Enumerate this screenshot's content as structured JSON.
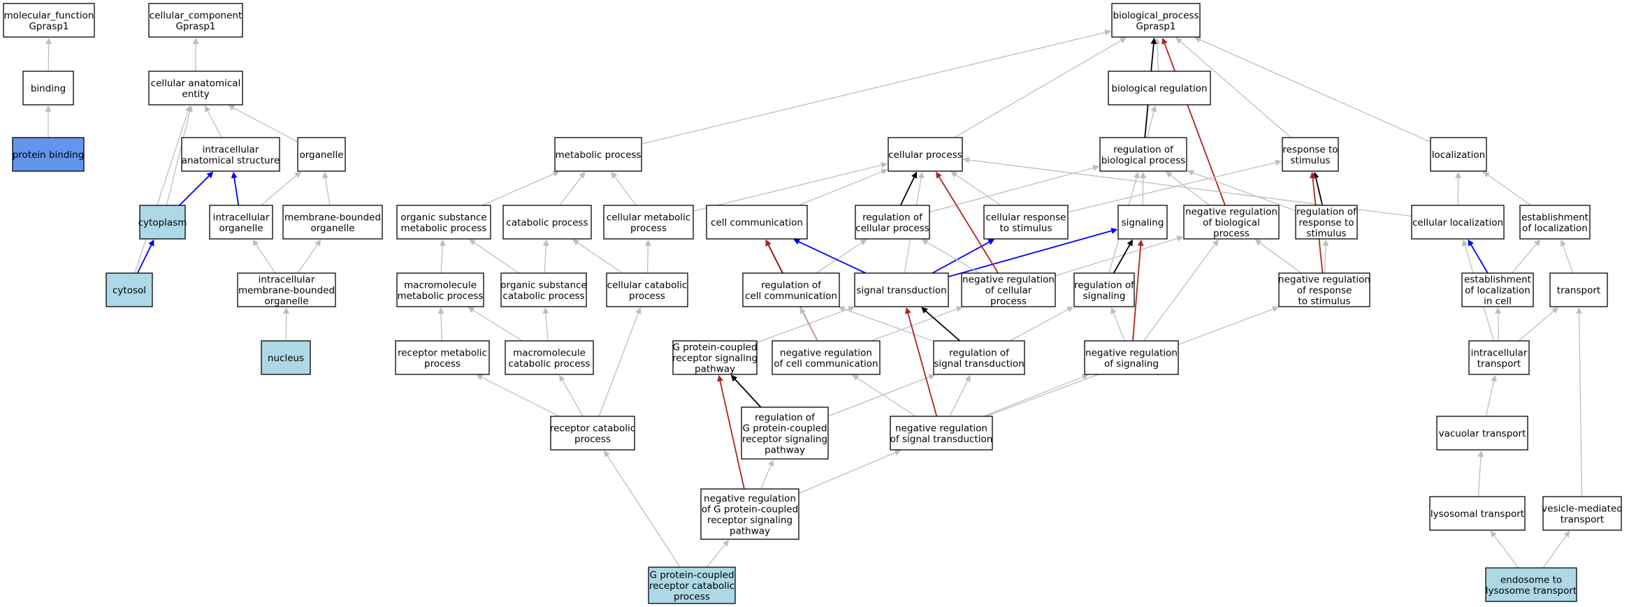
{
  "colors": {
    "background": "#ffffff",
    "node_default": "#ffffff",
    "node_query": "#6495ed",
    "node_annotated": "#add8e6",
    "edge_is_a": "#bebebe",
    "edge_part_of": "#0000ff",
    "edge_regulates": "#000000",
    "edge_negatively_regulates": "#b22222"
  },
  "nodes": [
    {
      "id": "mf",
      "lines": [
        "molecular_function",
        "Gprasp1"
      ],
      "style": "default"
    },
    {
      "id": "binding",
      "lines": [
        "binding"
      ],
      "style": "default"
    },
    {
      "id": "protein_binding",
      "lines": [
        "protein binding"
      ],
      "style": "query"
    },
    {
      "id": "cc",
      "lines": [
        "cellular_component",
        "Gprasp1"
      ],
      "style": "default"
    },
    {
      "id": "cae",
      "lines": [
        "cellular anatomical",
        "entity"
      ],
      "style": "default"
    },
    {
      "id": "ias",
      "lines": [
        "intracellular",
        "anatomical structure"
      ],
      "style": "default"
    },
    {
      "id": "organelle",
      "lines": [
        "organelle"
      ],
      "style": "default"
    },
    {
      "id": "cytoplasm",
      "lines": [
        "cytoplasm"
      ],
      "style": "annotated"
    },
    {
      "id": "intra_org",
      "lines": [
        "intracellular",
        "organelle"
      ],
      "style": "default"
    },
    {
      "id": "mbo",
      "lines": [
        "membrane-bounded",
        "organelle"
      ],
      "style": "default"
    },
    {
      "id": "cytosol",
      "lines": [
        "cytosol"
      ],
      "style": "annotated"
    },
    {
      "id": "imbo",
      "lines": [
        "intracellular",
        "membrane-bounded",
        "organelle"
      ],
      "style": "default"
    },
    {
      "id": "nucleus",
      "lines": [
        "nucleus"
      ],
      "style": "annotated"
    },
    {
      "id": "bp",
      "lines": [
        "biological_process",
        "Gprasp1"
      ],
      "style": "default"
    },
    {
      "id": "bio_reg",
      "lines": [
        "biological regulation"
      ],
      "style": "default"
    },
    {
      "id": "metabolic",
      "lines": [
        "metabolic process"
      ],
      "style": "default"
    },
    {
      "id": "cell_proc",
      "lines": [
        "cellular process"
      ],
      "style": "default"
    },
    {
      "id": "reg_bio",
      "lines": [
        "regulation of",
        "biological process"
      ],
      "style": "default"
    },
    {
      "id": "resp_stim",
      "lines": [
        "response to",
        "stimulus"
      ],
      "style": "default"
    },
    {
      "id": "localization",
      "lines": [
        "localization"
      ],
      "style": "default"
    },
    {
      "id": "osmp",
      "lines": [
        "organic substance",
        "metabolic process"
      ],
      "style": "default"
    },
    {
      "id": "catabolic",
      "lines": [
        "catabolic process"
      ],
      "style": "default"
    },
    {
      "id": "cell_metab",
      "lines": [
        "cellular metabolic",
        "process"
      ],
      "style": "default"
    },
    {
      "id": "cell_comm",
      "lines": [
        "cell communication"
      ],
      "style": "default"
    },
    {
      "id": "reg_cell",
      "lines": [
        "regulation of",
        "cellular process"
      ],
      "style": "default"
    },
    {
      "id": "cell_resp",
      "lines": [
        "cellular response",
        "to stimulus"
      ],
      "style": "default"
    },
    {
      "id": "signaling",
      "lines": [
        "signaling"
      ],
      "style": "default"
    },
    {
      "id": "neg_reg_bio",
      "lines": [
        "negative regulation",
        "of biological",
        "process"
      ],
      "style": "default"
    },
    {
      "id": "reg_resp",
      "lines": [
        "regulation of",
        "response to",
        "stimulus"
      ],
      "style": "default"
    },
    {
      "id": "cell_loc",
      "lines": [
        "cellular localization"
      ],
      "style": "default"
    },
    {
      "id": "est_loc",
      "lines": [
        "establishment",
        "of localization"
      ],
      "style": "default"
    },
    {
      "id": "mmp",
      "lines": [
        "macromolecule",
        "metabolic process"
      ],
      "style": "default"
    },
    {
      "id": "oscp",
      "lines": [
        "organic substance",
        "catabolic process"
      ],
      "style": "default"
    },
    {
      "id": "cell_cat",
      "lines": [
        "cellular catabolic",
        "process"
      ],
      "style": "default"
    },
    {
      "id": "reg_cc",
      "lines": [
        "regulation of",
        "cell communication"
      ],
      "style": "default"
    },
    {
      "id": "sig_trans",
      "lines": [
        "signal transduction"
      ],
      "style": "default"
    },
    {
      "id": "neg_reg_cell",
      "lines": [
        "negative regulation",
        "of cellular",
        "process"
      ],
      "style": "default"
    },
    {
      "id": "reg_sig",
      "lines": [
        "regulation of",
        "signaling"
      ],
      "style": "default"
    },
    {
      "id": "neg_reg_resp",
      "lines": [
        "negative regulation",
        "of response",
        "to stimulus"
      ],
      "style": "default"
    },
    {
      "id": "est_loc_cell",
      "lines": [
        "establishment",
        "of localization",
        "in cell"
      ],
      "style": "default"
    },
    {
      "id": "transport",
      "lines": [
        "transport"
      ],
      "style": "default"
    },
    {
      "id": "rmp",
      "lines": [
        "receptor metabolic",
        "process"
      ],
      "style": "default"
    },
    {
      "id": "mcp",
      "lines": [
        "macromolecule",
        "catabolic process"
      ],
      "style": "default"
    },
    {
      "id": "gpcr",
      "lines": [
        "G protein-coupled",
        "receptor signaling",
        "pathway"
      ],
      "style": "default"
    },
    {
      "id": "neg_reg_cc",
      "lines": [
        "negative regulation",
        "of cell communication"
      ],
      "style": "default"
    },
    {
      "id": "reg_st",
      "lines": [
        "regulation of",
        "signal transduction"
      ],
      "style": "default"
    },
    {
      "id": "neg_reg_sig",
      "lines": [
        "negative regulation",
        "of signaling"
      ],
      "style": "default"
    },
    {
      "id": "intra_trans",
      "lines": [
        "intracellular",
        "transport"
      ],
      "style": "default"
    },
    {
      "id": "rcp",
      "lines": [
        "receptor catabolic",
        "process"
      ],
      "style": "default"
    },
    {
      "id": "reg_gpcr",
      "lines": [
        "regulation of",
        "G protein-coupled",
        "receptor signaling",
        "pathway"
      ],
      "style": "default"
    },
    {
      "id": "neg_reg_st",
      "lines": [
        "negative regulation",
        "of signal transduction"
      ],
      "style": "default"
    },
    {
      "id": "vac_trans",
      "lines": [
        "vacuolar transport"
      ],
      "style": "default"
    },
    {
      "id": "neg_reg_gpcr",
      "lines": [
        "negative regulation",
        "of G protein-coupled",
        "receptor signaling",
        "pathway"
      ],
      "style": "default"
    },
    {
      "id": "lys_trans",
      "lines": [
        "lysosomal transport"
      ],
      "style": "default"
    },
    {
      "id": "ves_trans",
      "lines": [
        "vesicle-mediated",
        "transport"
      ],
      "style": "default"
    },
    {
      "id": "gpcr_cat",
      "lines": [
        "G protein-coupled",
        "receptor catabolic",
        "process"
      ],
      "style": "annotated"
    },
    {
      "id": "endo_lys",
      "lines": [
        "endosome to",
        "lysosome transport"
      ],
      "style": "annotated"
    }
  ],
  "edges": [
    {
      "from": "binding",
      "to": "mf",
      "type": "is_a"
    },
    {
      "from": "protein_binding",
      "to": "binding",
      "type": "is_a"
    },
    {
      "from": "cae",
      "to": "cc",
      "type": "is_a"
    },
    {
      "from": "ias",
      "to": "cae",
      "type": "is_a"
    },
    {
      "from": "organelle",
      "to": "cae",
      "type": "is_a"
    },
    {
      "from": "cytoplasm",
      "to": "cae",
      "type": "is_a"
    },
    {
      "from": "cytoplasm",
      "to": "ias",
      "type": "part_of"
    },
    {
      "from": "intra_org",
      "to": "ias",
      "type": "part_of"
    },
    {
      "from": "intra_org",
      "to": "organelle",
      "type": "is_a"
    },
    {
      "from": "mbo",
      "to": "organelle",
      "type": "is_a"
    },
    {
      "from": "cytosol",
      "to": "cytoplasm",
      "type": "part_of"
    },
    {
      "from": "cytosol",
      "to": "cae",
      "type": "is_a"
    },
    {
      "from": "imbo",
      "to": "intra_org",
      "type": "is_a"
    },
    {
      "from": "imbo",
      "to": "mbo",
      "type": "is_a"
    },
    {
      "from": "nucleus",
      "to": "imbo",
      "type": "is_a"
    },
    {
      "from": "bio_reg",
      "to": "bp",
      "type": "is_a"
    },
    {
      "from": "metabolic",
      "to": "bp",
      "type": "is_a"
    },
    {
      "from": "cell_proc",
      "to": "bp",
      "type": "is_a"
    },
    {
      "from": "reg_bio",
      "to": "bp",
      "type": "regulates"
    },
    {
      "from": "reg_bio",
      "to": "bio_reg",
      "type": "is_a"
    },
    {
      "from": "resp_stim",
      "to": "bp",
      "type": "is_a"
    },
    {
      "from": "localization",
      "to": "bp",
      "type": "is_a"
    },
    {
      "from": "neg_reg_bio",
      "to": "bp",
      "type": "negatively_regulates"
    },
    {
      "from": "osmp",
      "to": "metabolic",
      "type": "is_a"
    },
    {
      "from": "catabolic",
      "to": "metabolic",
      "type": "is_a"
    },
    {
      "from": "cell_metab",
      "to": "metabolic",
      "type": "is_a"
    },
    {
      "from": "cell_metab",
      "to": "cell_proc",
      "type": "is_a"
    },
    {
      "from": "cell_comm",
      "to": "cell_proc",
      "type": "is_a"
    },
    {
      "from": "reg_cell",
      "to": "cell_proc",
      "type": "regulates"
    },
    {
      "from": "reg_cell",
      "to": "reg_bio",
      "type": "is_a"
    },
    {
      "from": "cell_resp",
      "to": "cell_proc",
      "type": "is_a"
    },
    {
      "from": "cell_resp",
      "to": "resp_stim",
      "type": "is_a"
    },
    {
      "from": "signaling",
      "to": "reg_bio",
      "type": "is_a"
    },
    {
      "from": "neg_reg_bio",
      "to": "reg_bio",
      "type": "is_a"
    },
    {
      "from": "reg_resp",
      "to": "reg_bio",
      "type": "is_a"
    },
    {
      "from": "reg_resp",
      "to": "resp_stim",
      "type": "regulates"
    },
    {
      "from": "cell_loc",
      "to": "localization",
      "type": "is_a"
    },
    {
      "from": "cell_loc",
      "to": "cell_proc",
      "type": "is_a"
    },
    {
      "from": "est_loc",
      "to": "localization",
      "type": "is_a"
    },
    {
      "from": "mmp",
      "to": "osmp",
      "type": "is_a"
    },
    {
      "from": "oscp",
      "to": "osmp",
      "type": "is_a"
    },
    {
      "from": "oscp",
      "to": "catabolic",
      "type": "is_a"
    },
    {
      "from": "cell_cat",
      "to": "cell_metab",
      "type": "is_a"
    },
    {
      "from": "cell_cat",
      "to": "catabolic",
      "type": "is_a"
    },
    {
      "from": "reg_cc",
      "to": "cell_comm",
      "type": "regulates"
    },
    {
      "from": "reg_cc",
      "to": "reg_cell",
      "type": "is_a"
    },
    {
      "from": "sig_trans",
      "to": "cell_comm",
      "type": "part_of"
    },
    {
      "from": "sig_trans",
      "to": "cell_resp",
      "type": "part_of"
    },
    {
      "from": "sig_trans",
      "to": "signaling",
      "type": "part_of"
    },
    {
      "from": "sig_trans",
      "to": "cell_proc",
      "type": "is_a"
    },
    {
      "from": "neg_reg_cell",
      "to": "cell_proc",
      "type": "negatively_regulates"
    },
    {
      "from": "neg_reg_cell",
      "to": "reg_cell",
      "type": "is_a"
    },
    {
      "from": "neg_reg_cell",
      "to": "neg_reg_bio",
      "type": "is_a"
    },
    {
      "from": "reg_sig",
      "to": "signaling",
      "type": "regulates"
    },
    {
      "from": "reg_sig",
      "to": "reg_bio",
      "type": "is_a"
    },
    {
      "from": "neg_reg_resp",
      "to": "resp_stim",
      "type": "negatively_regulates"
    },
    {
      "from": "neg_reg_resp",
      "to": "reg_resp",
      "type": "is_a"
    },
    {
      "from": "neg_reg_resp",
      "to": "neg_reg_bio",
      "type": "is_a"
    },
    {
      "from": "est_loc_cell",
      "to": "cell_loc",
      "type": "part_of"
    },
    {
      "from": "est_loc_cell",
      "to": "est_loc",
      "type": "is_a"
    },
    {
      "from": "transport",
      "to": "est_loc",
      "type": "is_a"
    },
    {
      "from": "rmp",
      "to": "mmp",
      "type": "is_a"
    },
    {
      "from": "mcp",
      "to": "mmp",
      "type": "is_a"
    },
    {
      "from": "mcp",
      "to": "oscp",
      "type": "is_a"
    },
    {
      "from": "gpcr",
      "to": "sig_trans",
      "type": "is_a"
    },
    {
      "from": "neg_reg_cc",
      "to": "cell_comm",
      "type": "negatively_regulates"
    },
    {
      "from": "neg_reg_cc",
      "to": "reg_cc",
      "type": "is_a"
    },
    {
      "from": "neg_reg_cc",
      "to": "neg_reg_cell",
      "type": "is_a"
    },
    {
      "from": "reg_st",
      "to": "sig_trans",
      "type": "regulates"
    },
    {
      "from": "reg_st",
      "to": "reg_cc",
      "type": "is_a"
    },
    {
      "from": "reg_st",
      "to": "reg_sig",
      "type": "is_a"
    },
    {
      "from": "neg_reg_sig",
      "to": "signaling",
      "type": "negatively_regulates"
    },
    {
      "from": "neg_reg_sig",
      "to": "reg_sig",
      "type": "is_a"
    },
    {
      "from": "neg_reg_sig",
      "to": "neg_reg_bio",
      "type": "is_a"
    },
    {
      "from": "intra_trans",
      "to": "cell_loc",
      "type": "is_a"
    },
    {
      "from": "intra_trans",
      "to": "est_loc_cell",
      "type": "is_a"
    },
    {
      "from": "intra_trans",
      "to": "transport",
      "type": "is_a"
    },
    {
      "from": "rcp",
      "to": "rmp",
      "type": "is_a"
    },
    {
      "from": "rcp",
      "to": "mcp",
      "type": "is_a"
    },
    {
      "from": "rcp",
      "to": "cell_cat",
      "type": "is_a"
    },
    {
      "from": "reg_gpcr",
      "to": "gpcr",
      "type": "regulates"
    },
    {
      "from": "reg_gpcr",
      "to": "reg_st",
      "type": "is_a"
    },
    {
      "from": "neg_reg_st",
      "to": "sig_trans",
      "type": "negatively_regulates"
    },
    {
      "from": "neg_reg_st",
      "to": "reg_st",
      "type": "is_a"
    },
    {
      "from": "neg_reg_st",
      "to": "neg_reg_cc",
      "type": "is_a"
    },
    {
      "from": "neg_reg_st",
      "to": "neg_reg_sig",
      "type": "is_a"
    },
    {
      "from": "neg_reg_st",
      "to": "neg_reg_resp",
      "type": "is_a"
    },
    {
      "from": "vac_trans",
      "to": "intra_trans",
      "type": "is_a"
    },
    {
      "from": "neg_reg_gpcr",
      "to": "gpcr",
      "type": "negatively_regulates"
    },
    {
      "from": "neg_reg_gpcr",
      "to": "reg_gpcr",
      "type": "is_a"
    },
    {
      "from": "neg_reg_gpcr",
      "to": "neg_reg_st",
      "type": "is_a"
    },
    {
      "from": "lys_trans",
      "to": "vac_trans",
      "type": "is_a"
    },
    {
      "from": "ves_trans",
      "to": "transport",
      "type": "is_a"
    },
    {
      "from": "gpcr_cat",
      "to": "neg_reg_gpcr",
      "type": "is_a"
    },
    {
      "from": "gpcr_cat",
      "to": "rcp",
      "type": "is_a"
    },
    {
      "from": "endo_lys",
      "to": "lys_trans",
      "type": "is_a"
    },
    {
      "from": "endo_lys",
      "to": "ves_trans",
      "type": "is_a"
    }
  ]
}
